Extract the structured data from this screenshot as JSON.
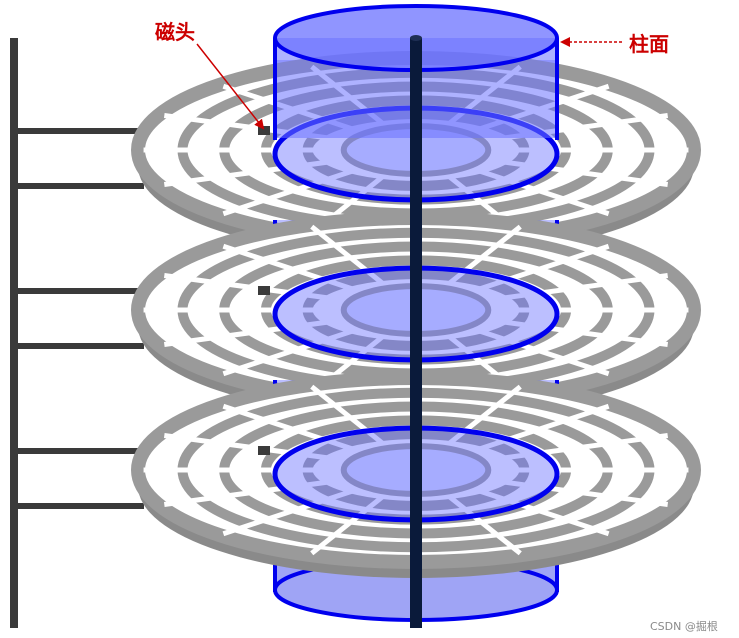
{
  "labels": {
    "head": "磁头",
    "cylinder": "柱面"
  },
  "watermark": "CSDN @掘根",
  "platter_count": 3,
  "colors": {
    "label_red": "#cc0000",
    "platter_gray": "#9a9a9a",
    "cylinder_blue": "#0000ee",
    "cylinder_fill": "#6b72ff",
    "spindle": "#0a1a3a",
    "arm": "#3a3a3a"
  }
}
